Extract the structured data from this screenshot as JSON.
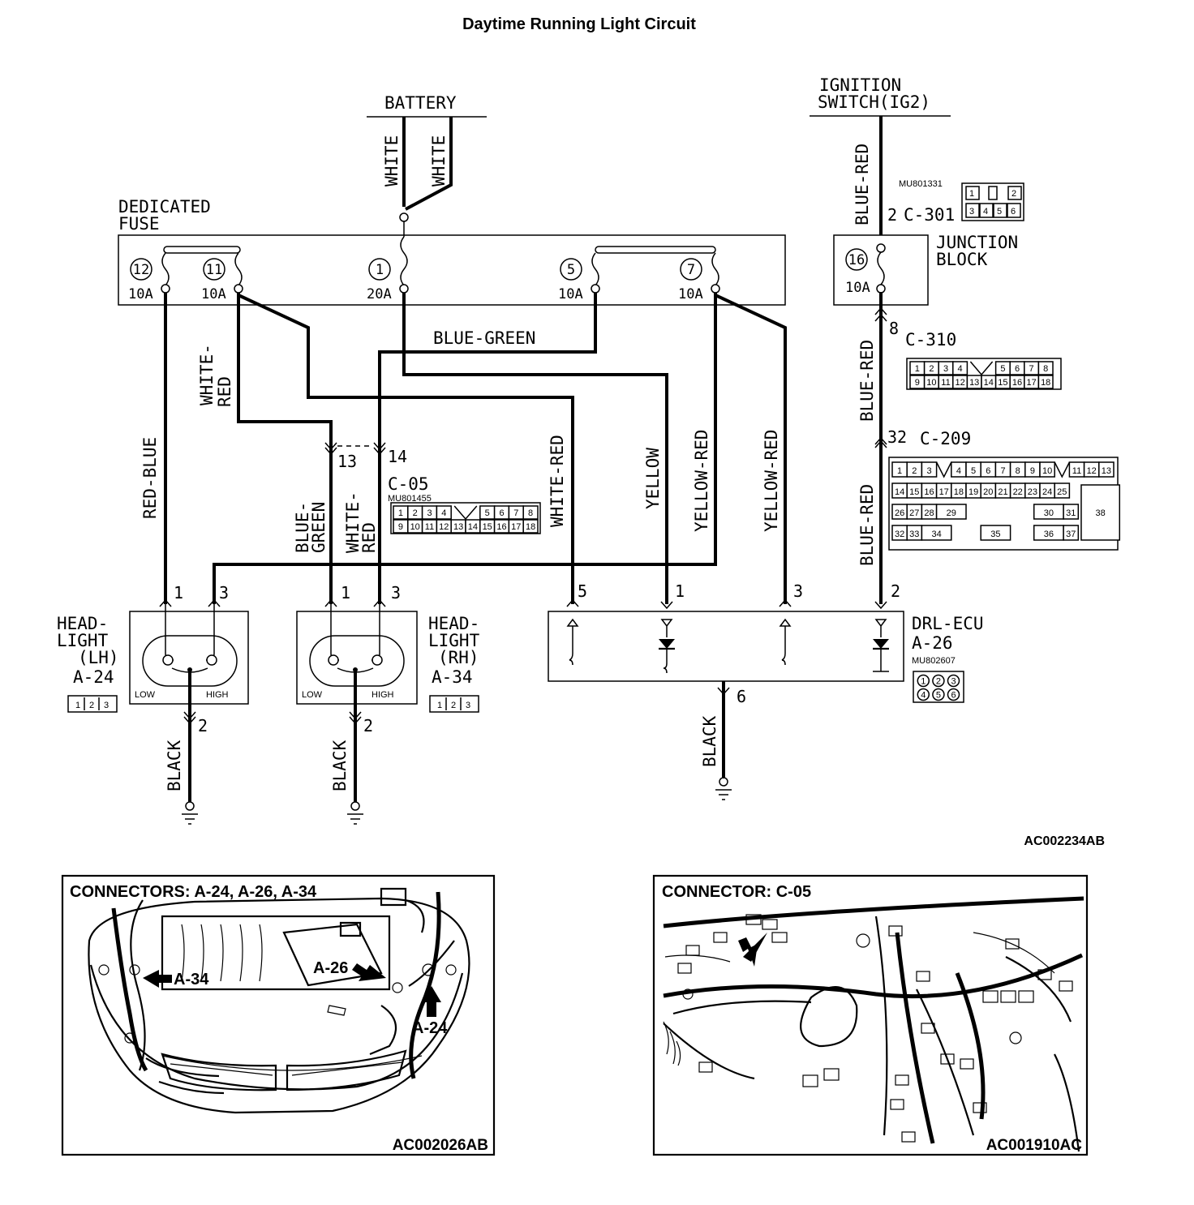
{
  "title": "Daytime Running Light Circuit",
  "diagram_code": "AC002234AB",
  "battery": "BATTERY",
  "ignition": {
    "line1": "IGNITION",
    "line2": "SWITCH(IG2)"
  },
  "wires": {
    "white": "WHITE",
    "blue_red": "BLUE-RED",
    "red_blue": "RED-BLUE",
    "white_red": "WHITE-RED",
    "white_dash": "WHITE-",
    "red": "RED",
    "blue_green": "BLUE-GREEN",
    "blue_dash": "BLUE-",
    "green": "GREEN",
    "yellow": "YELLOW",
    "yellow_red": "YELLOW-RED",
    "black": "BLACK"
  },
  "fuse_block": {
    "label1": "DEDICATED",
    "label2": "FUSE",
    "fuses": [
      {
        "num": "12",
        "rating": "10A"
      },
      {
        "num": "11",
        "rating": "10A"
      },
      {
        "num": "1",
        "rating": "20A"
      },
      {
        "num": "5",
        "rating": "10A"
      },
      {
        "num": "7",
        "rating": "10A"
      }
    ]
  },
  "junction_block": {
    "label1": "JUNCTION",
    "label2": "BLOCK",
    "fuse_num": "16",
    "rating": "10A"
  },
  "connectors": {
    "c301": {
      "name": "C-301",
      "pin": "2",
      "part": "MU801331",
      "cells_top": [
        "1",
        "2"
      ],
      "cells_bottom": [
        "3",
        "4",
        "5",
        "6"
      ]
    },
    "c310": {
      "name": "C-310",
      "pin": "8",
      "cells_top": [
        "1",
        "2",
        "3",
        "4",
        "5",
        "6",
        "7",
        "8"
      ],
      "cells_bottom": [
        "9",
        "10",
        "11",
        "12",
        "13",
        "14",
        "15",
        "16",
        "17",
        "18"
      ]
    },
    "c209": {
      "name": "C-209",
      "pin": "32",
      "row1": [
        "1",
        "2",
        "3",
        "4",
        "5",
        "6",
        "7",
        "8",
        "9",
        "10",
        "11",
        "12",
        "13"
      ],
      "row2": [
        "14",
        "15",
        "16",
        "17",
        "18",
        "19",
        "20",
        "21",
        "22",
        "23",
        "24",
        "25"
      ],
      "row3": [
        "26",
        "27",
        "28",
        "29",
        "30",
        "31",
        "38"
      ],
      "row4": [
        "32",
        "33",
        "34",
        "35",
        "36",
        "37"
      ]
    },
    "c05": {
      "name": "C-05",
      "part": "MU801455",
      "pins": [
        "13",
        "14"
      ],
      "cells_top": [
        "1",
        "2",
        "3",
        "4",
        "5",
        "6",
        "7",
        "8"
      ],
      "cells_bottom": [
        "9",
        "10",
        "11",
        "12",
        "13",
        "14",
        "15",
        "16",
        "17",
        "18"
      ]
    }
  },
  "headlight_lh": {
    "line1": "HEAD-",
    "line2": "LIGHT",
    "line3": "(LH)",
    "code": "A-24",
    "low": "LOW",
    "high": "HIGH",
    "pins": [
      "1",
      "3",
      "2"
    ],
    "cells": [
      "1",
      "2",
      "3"
    ]
  },
  "headlight_rh": {
    "line1": "HEAD-",
    "line2": "LIGHT",
    "line3": "(RH)",
    "code": "A-34",
    "low": "LOW",
    "high": "HIGH",
    "pins": [
      "1",
      "3",
      "2"
    ],
    "cells": [
      "1",
      "2",
      "3"
    ]
  },
  "drl_ecu": {
    "line1": "DRL-ECU",
    "code": "A-26",
    "part": "MU802607",
    "pins": [
      "5",
      "1",
      "3",
      "2",
      "6"
    ],
    "cells": [
      "1",
      "2",
      "3",
      "4",
      "5",
      "6"
    ]
  },
  "panel_left": {
    "title": "CONNECTORS: A-24, A-26, A-34",
    "code": "AC002026AB",
    "callouts": [
      "A-34",
      "A-26",
      "A-24"
    ]
  },
  "panel_right": {
    "title": "CONNECTOR: C-05",
    "code": "AC001910AC"
  }
}
